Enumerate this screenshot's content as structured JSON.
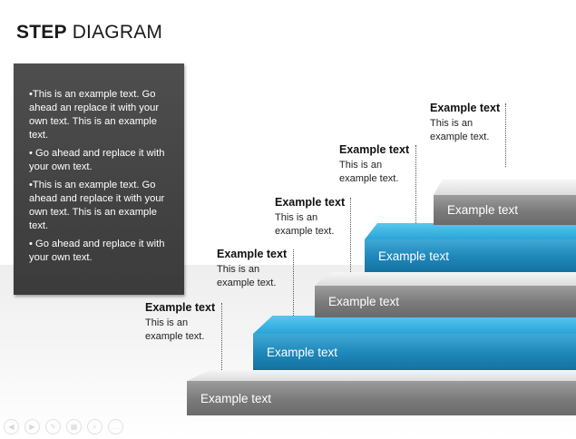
{
  "title": {
    "bold": "STEP",
    "rest": " DIAGRAM"
  },
  "textbox": {
    "bullets": [
      "•This is an example text. Go ahead an replace it with your own text. This is an example text.",
      "• Go ahead and replace it with your own text.",
      "•This is an example text. Go ahead and replace it with your own text. This is an example text.",
      "• Go ahead and replace it with your own text."
    ]
  },
  "steps": [
    {
      "label": "Example text",
      "color": "gray"
    },
    {
      "label": "Example text",
      "color": "blue"
    },
    {
      "label": "Example text",
      "color": "gray"
    },
    {
      "label": "Example text",
      "color": "blue"
    },
    {
      "label": "Example text",
      "color": "gray"
    }
  ],
  "callouts": [
    {
      "heading": "Example text",
      "body": "This is an example text."
    },
    {
      "heading": "Example text",
      "body": "This is an example text."
    },
    {
      "heading": "Example text",
      "body": "This is an example text."
    },
    {
      "heading": "Example text",
      "body": "This is an example text."
    },
    {
      "heading": "Example text",
      "body": "This is an example text."
    }
  ],
  "colors": {
    "gray_step": "#7a7a7a",
    "blue_step": "#1e86b9",
    "text_panel": "#454545"
  },
  "navigation": [
    {
      "icon": "previous-icon",
      "glyph": "◀"
    },
    {
      "icon": "next-icon",
      "glyph": "▶"
    },
    {
      "icon": "pen-icon",
      "glyph": "✎"
    },
    {
      "icon": "slides-icon",
      "glyph": "▦"
    },
    {
      "icon": "zoom-icon",
      "glyph": "⌕"
    },
    {
      "icon": "more-icon",
      "glyph": "…"
    }
  ]
}
